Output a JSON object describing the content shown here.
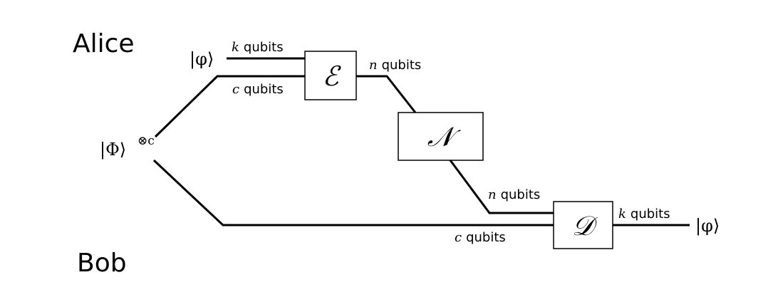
{
  "parties": {
    "alice": "Alice",
    "bob": "Bob"
  },
  "input_state": "|φ⟩",
  "output_state": "|φ⟩",
  "entangled_state": {
    "base": "|Φ⟩",
    "power": "⊗c"
  },
  "gates": {
    "encoder": "ℰ",
    "channel": "𝒩",
    "decoder": "𝒟"
  },
  "wires": {
    "input": {
      "var": "k",
      "unit": "qubits"
    },
    "alice_half": {
      "var": "c",
      "unit": "qubits"
    },
    "encoded": {
      "var": "n",
      "unit": "qubits"
    },
    "received": {
      "var": "n",
      "unit": "qubits"
    },
    "bob_half": {
      "var": "c",
      "unit": "qubits"
    },
    "output": {
      "var": "k",
      "unit": "qubits"
    }
  }
}
